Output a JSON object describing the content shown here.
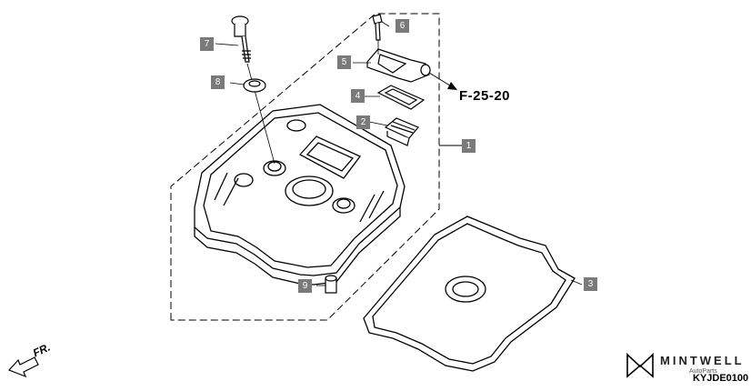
{
  "callouts": [
    {
      "id": "c1",
      "label": "1"
    },
    {
      "id": "c2",
      "label": "2"
    },
    {
      "id": "c3",
      "label": "3"
    },
    {
      "id": "c4",
      "label": "4"
    },
    {
      "id": "c5",
      "label": "5"
    },
    {
      "id": "c6",
      "label": "6"
    },
    {
      "id": "c7",
      "label": "7"
    },
    {
      "id": "c8",
      "label": "8"
    },
    {
      "id": "c9",
      "label": "9"
    }
  ],
  "reference": "F-25-20",
  "front_label": "FR.",
  "brand": {
    "name": "MINTWELL",
    "tagline": "AutoParts"
  },
  "diagram_code": "KYJDE0100",
  "colors": {
    "callout_bg": "#7a7a7a",
    "line": "#000000"
  }
}
